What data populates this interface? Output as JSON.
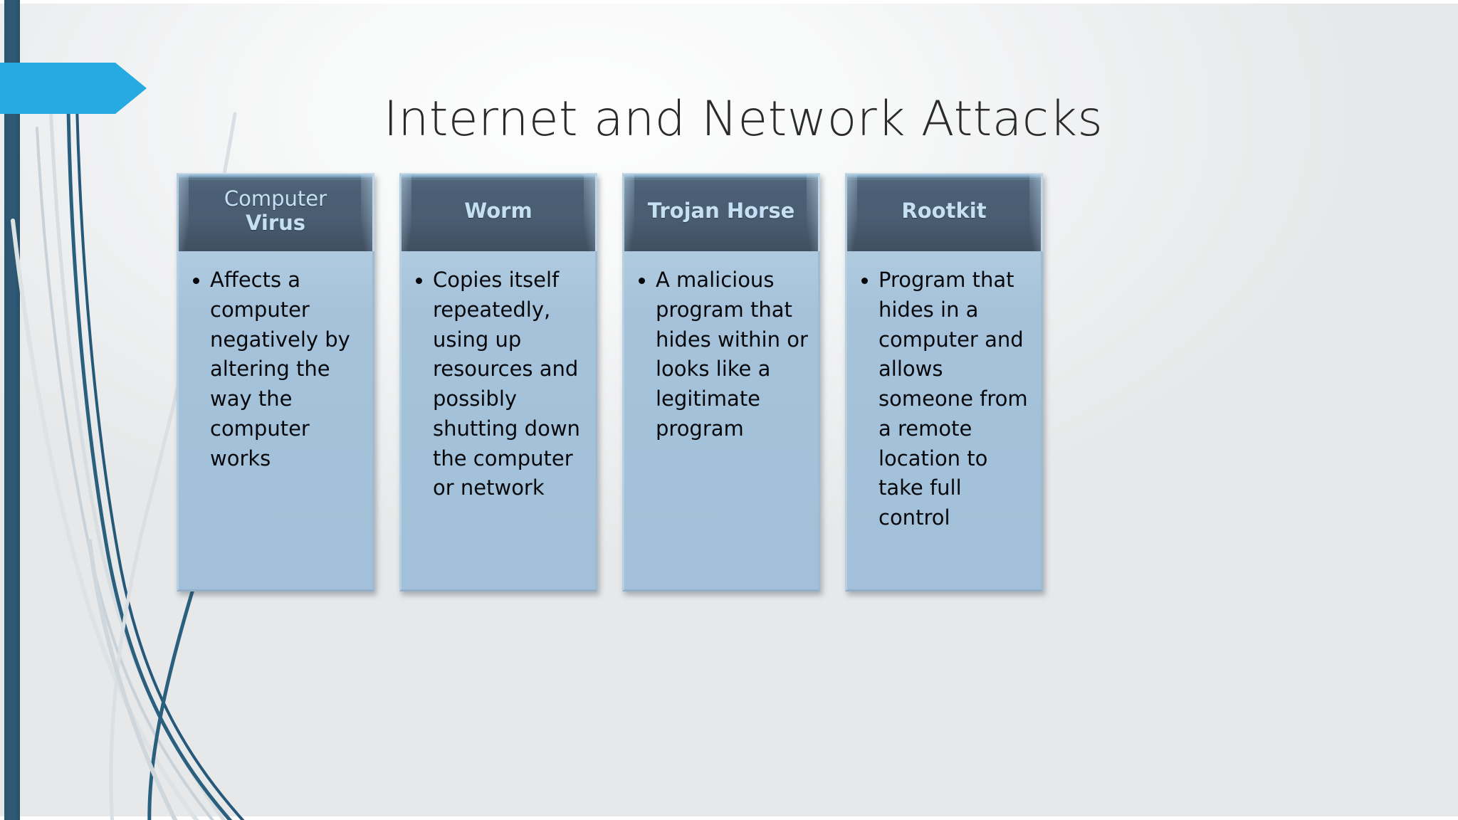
{
  "slide": {
    "title": "Internet and Network Attacks",
    "colors": {
      "background_light": "#f4f5f6",
      "left_bar": "#2e5975",
      "arrow_banner": "#27a9e1",
      "card_header_bg": "#4a5d72",
      "card_header_text": "#c5e0f2",
      "card_header_bevel": "#bfd5e6",
      "card_body_bg": "#a5c2da",
      "card_body_text": "#06080c",
      "deco_line_dark": "#245b7a",
      "deco_line_light": "#d5dce0",
      "title_text": "#2b2b2b"
    }
  },
  "cards": [
    {
      "title_lines": [
        {
          "text": "Computer",
          "weight": "regular"
        },
        {
          "text": "Virus",
          "weight": "bold"
        }
      ],
      "bullets": [
        "Affects a computer negatively by altering the way the computer works"
      ]
    },
    {
      "title_lines": [
        {
          "text": "Worm",
          "weight": "bold"
        }
      ],
      "bullets": [
        "Copies itself repeatedly, using up resources and possibly shutting down the computer or network"
      ]
    },
    {
      "title_lines": [
        {
          "text": "Trojan Horse",
          "weight": "bold"
        }
      ],
      "bullets": [
        "A malicious program that hides within or looks like a legitimate program"
      ]
    },
    {
      "title_lines": [
        {
          "text": "Rootkit",
          "weight": "bold"
        }
      ],
      "bullets": [
        "Program that hides in a computer and allows someone from a remote location to take full control"
      ]
    }
  ]
}
